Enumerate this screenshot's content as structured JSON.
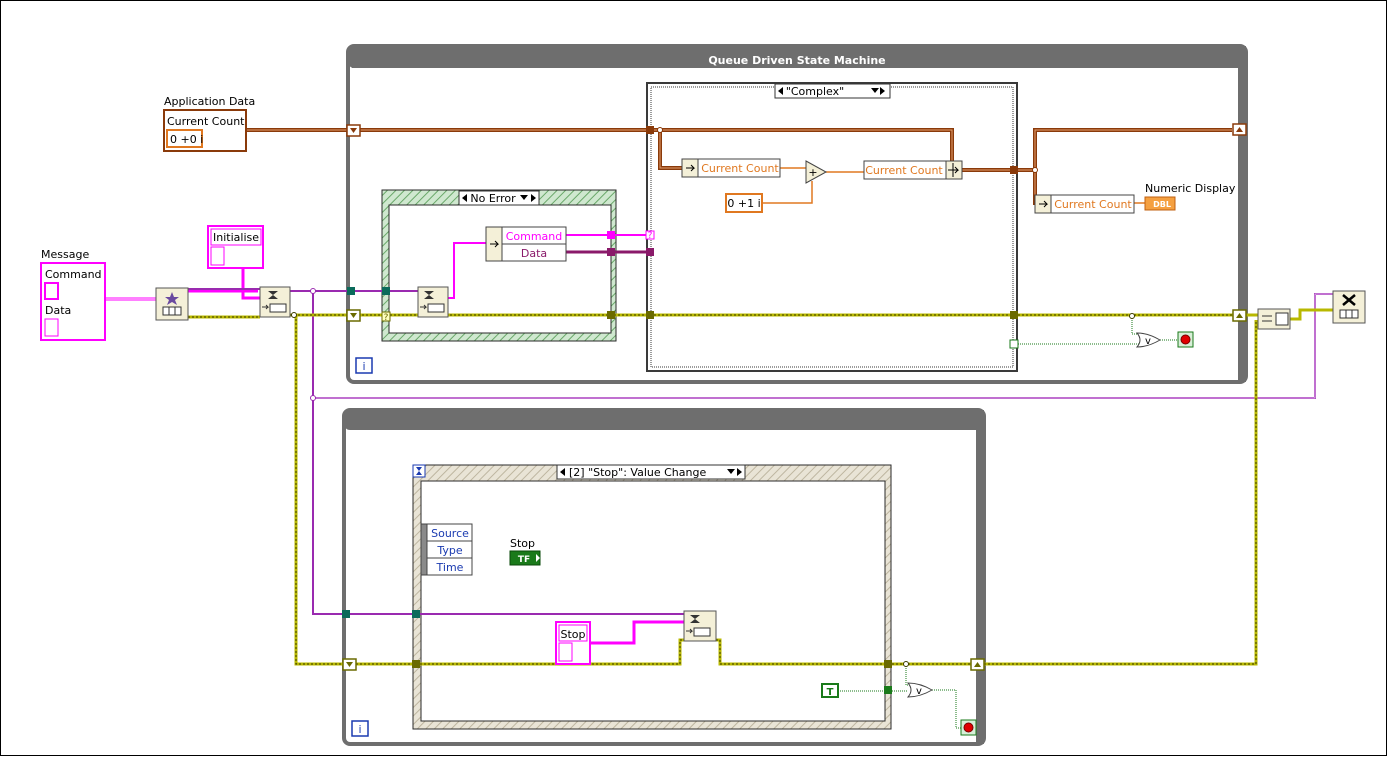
{
  "labels": {
    "app_data_title": "Application Data",
    "current_count": "Current Count",
    "complex_zero": "0 +0 i",
    "loop1_title": "Queue Driven State Machine",
    "case_selector": "\"Complex\"",
    "no_error": "No Error",
    "command": "Command",
    "data": "Data",
    "message_title": "Message",
    "initialise": "Initialise",
    "plus_one_i": "0 +1 i",
    "numeric_display": "Numeric Display",
    "dbl": "DBL",
    "event_selector": "[2] \"Stop\": Value Change",
    "source": "Source",
    "type": "Type",
    "time": "Time",
    "stop": "Stop",
    "tf": "TF",
    "t_const": "T",
    "iteration": "i",
    "or": "v",
    "question": "?"
  },
  "colors": {
    "cluster_wire": "#8a3a0a",
    "complex_orange": "#e07820",
    "string_pink": "#ff00ff",
    "error_yellow": "#c8c800",
    "queue_teal": "#0b6b5b",
    "bool_green": "#1a7a1a",
    "loop_gray": "#6e6e6e",
    "case_border": "#3a3a3a",
    "event_hatch": "#d9d2bf"
  }
}
